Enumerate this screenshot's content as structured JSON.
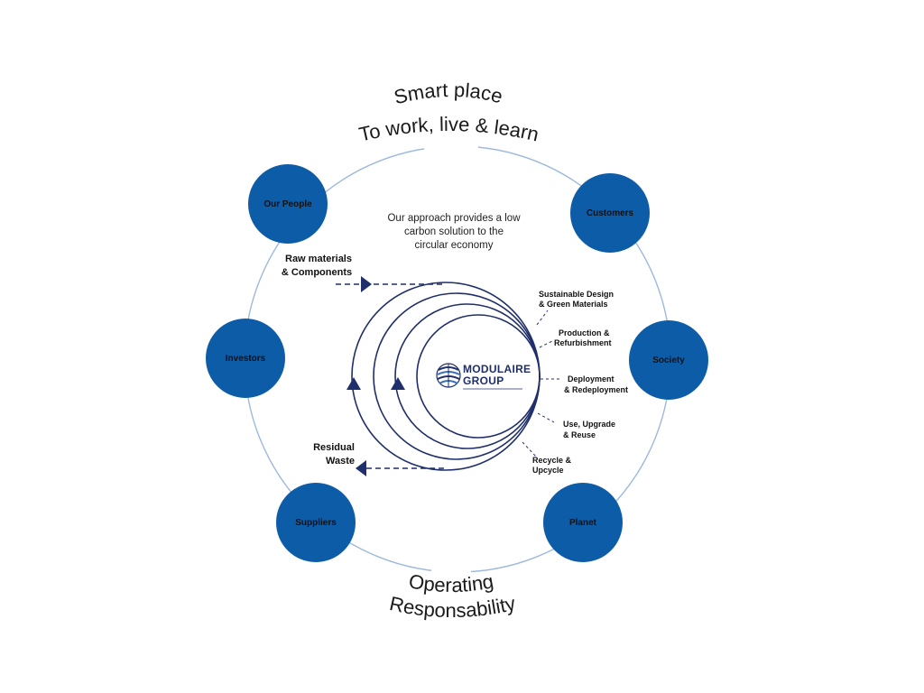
{
  "top_title": {
    "line1": "Smart place",
    "line2": "To work, live & learn"
  },
  "bottom_title": {
    "line1": "Operating",
    "line2": "Responsability"
  },
  "approach_text": [
    "Our approach provides a low",
    "carbon solution to the",
    "circular economy"
  ],
  "stakeholders": {
    "our_people": "Our People",
    "customers": "Customers",
    "investors": "Investors",
    "society": "Society",
    "suppliers": "Suppliers",
    "planet": "Planet"
  },
  "inputs": {
    "line1": "Raw materials",
    "line2": "& Components"
  },
  "outputs": {
    "line1": "Residual",
    "line2": "Waste"
  },
  "stages": {
    "design": [
      "Sustainable  Design",
      "& Green Materials"
    ],
    "production": [
      "Production &",
      "Refurbishment"
    ],
    "deployment": [
      "Deployment",
      "& Redeployment"
    ],
    "use": [
      "Use, Upgrade",
      "& Reuse"
    ],
    "recycle": [
      "Recycle &",
      "Upcycle"
    ]
  },
  "logo": {
    "line1": "MODULAIRE",
    "line2": "GROUP",
    "icon": "globe-icon"
  },
  "colors": {
    "stakeholder_fill": "#0d5ca8",
    "loop_stroke": "#1f2f6b",
    "outer_ring": "#9db9dd"
  }
}
